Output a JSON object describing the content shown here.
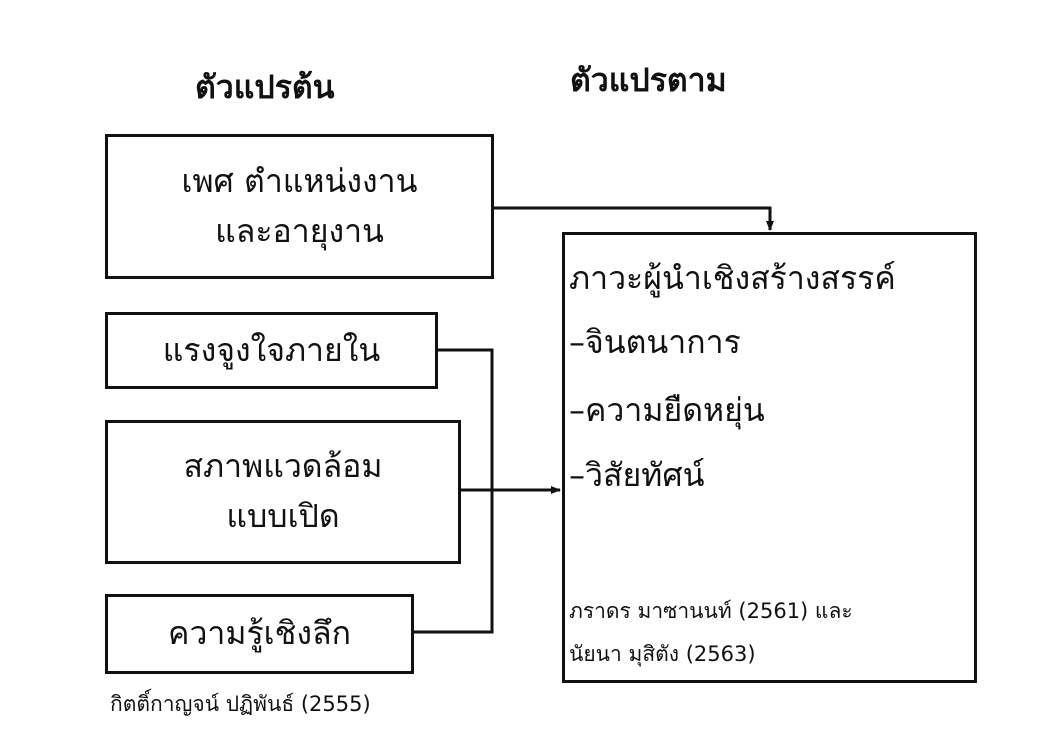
{
  "headings": {
    "independent": "ตัวแปรต้น",
    "dependent": "ตัวแปรตาม"
  },
  "independent_boxes": [
    {
      "lines": [
        "เพศ  ตำแหน่งงาน",
        "และอายุงาน"
      ]
    },
    {
      "lines": [
        "แรงจูงใจภายใน"
      ]
    },
    {
      "lines": [
        "สภาพแวดล้อม",
        "แบบเปิด"
      ]
    },
    {
      "lines": [
        "ความรู้เชิงลึก"
      ]
    }
  ],
  "independent_citation": "กิตติ์กาญจน์ ปฏิพันธ์ (2555)",
  "dependent_box": {
    "title": "ภาวะผู้นำเชิงสร้างสรรค์",
    "items": [
      "–จินตนาการ",
      "–ความยืดหยุ่น",
      "–วิสัยทัศน์"
    ],
    "citation_lines": [
      "ภราดร มาซานนท์ (2561) และ",
      "นัยนา มุสิตัง (2563)"
    ]
  }
}
